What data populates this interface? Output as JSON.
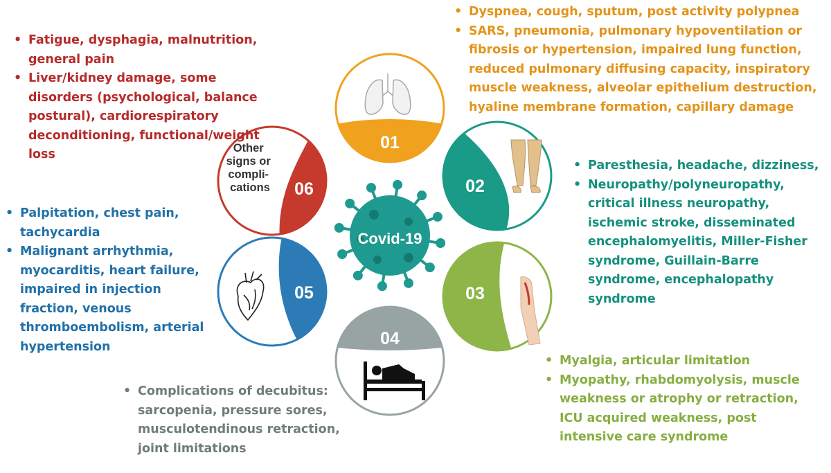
{
  "center_label": "Covid-19",
  "colors": {
    "c01": "#f0a21f",
    "c02": "#1a9b87",
    "c03": "#8db548",
    "c04": "#98a3a3",
    "c05": "#2c7bb6",
    "c06": "#c53a2d",
    "virus": "#1f9a90"
  },
  "circles": {
    "c01": {
      "number": "01",
      "icon": "lungs-icon"
    },
    "c02": {
      "number": "02",
      "icon": "legs-icon"
    },
    "c03": {
      "number": "03",
      "icon": "arm-muscle-icon"
    },
    "c04": {
      "number": "04",
      "icon": "patient-in-bed-icon"
    },
    "c05": {
      "number": "05",
      "icon": "heart-icon"
    },
    "c06": {
      "number": "06",
      "label_lines": [
        "Other",
        "signs or",
        "compli-",
        "cations"
      ]
    }
  },
  "blocks": {
    "b01": [
      "Dyspnea, cough, sputum, post activity polypnea",
      "SARS, pneumonia, pulmonary hypoventilation or fibrosis or hypertension, impaired lung function, reduced pulmonary diffusing capacity,  inspiratory muscle weakness, alveolar epithelium destruction, hyaline membrane formation, capillary damage"
    ],
    "b02": [
      "Paresthesia, headache, dizziness,",
      "Neuropathy/polyneuropathy, critical illness neuropathy, ischemic stroke, disseminated encephalomyelitis, Miller-Fisher syndrome, Guillain-Barre syndrome, encephalopathy syndrome"
    ],
    "b03": [
      "Myalgia, articular limitation",
      "Myopathy, rhabdomyolysis, muscle weakness or atrophy or retraction, ICU acquired weakness, post intensive care syndrome"
    ],
    "b04": [
      "Complications of decubitus: sarcopenia, pressure sores, musculotendinous retraction, joint limitations"
    ],
    "b05": [
      "Palpitation, chest pain, tachycardia",
      "Malignant arrhythmia, myocarditis, heart failure, impaired in injection fraction, venous thromboembolism, arterial hypertension"
    ],
    "b06": [
      "Fatigue, dysphagia, malnutrition, general pain",
      "Liver/kidney damage, some disorders (psychological, balance postural), cardiorespiratory deconditioning, functional/weight loss"
    ]
  }
}
